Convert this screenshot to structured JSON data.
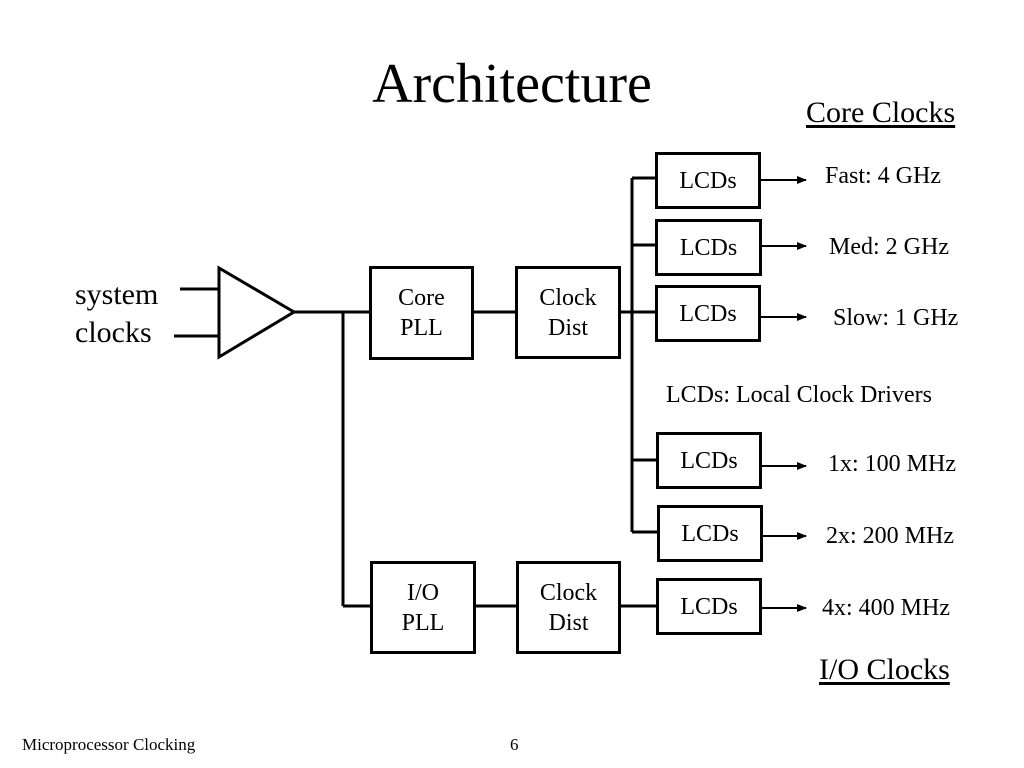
{
  "slide": {
    "title": "Architecture",
    "footer_left": "Microprocessor Clocking",
    "page_number": "6"
  },
  "diagram": {
    "core_heading": "Core Clocks",
    "io_heading": "I/O Clocks",
    "input_label_1": "system",
    "input_label_2": "clocks",
    "core_pll": "Core\nPLL",
    "io_pll": "I/O\nPLL",
    "clock_dist_core": "Clock\nDist",
    "clock_dist_io": "Clock\nDist",
    "lcd_label": "LCDs",
    "legend": "LCDs: Local Clock Drivers",
    "outputs": {
      "fast": "Fast: 4 GHz",
      "med": "Med: 2 GHz",
      "slow": "Slow: 1 GHz",
      "x1": "1x: 100 MHz",
      "x2": "2x: 200 MHz",
      "x4": "4x: 400 MHz"
    }
  }
}
